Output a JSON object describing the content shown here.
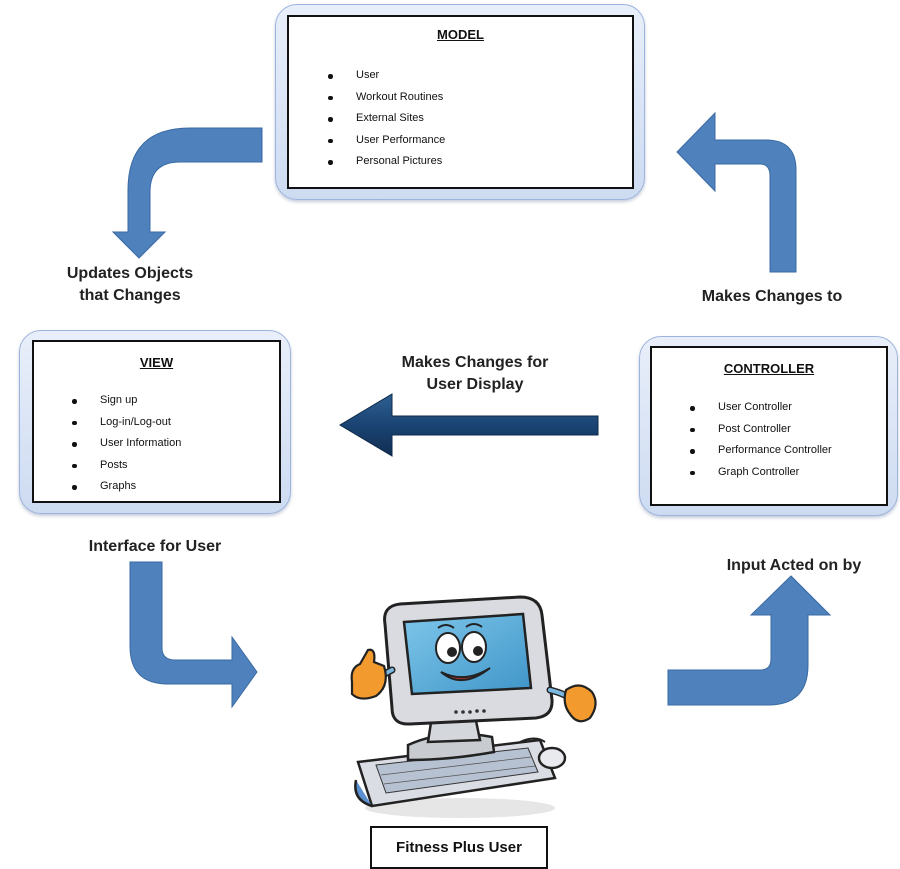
{
  "model": {
    "title": "MODEL",
    "items": [
      "User",
      "Workout Routines",
      "External Sites",
      "User Performance",
      "Personal Pictures"
    ]
  },
  "view": {
    "title": "VIEW",
    "items": [
      "Sign up",
      "Log-in/Log-out",
      "User Information",
      "Posts",
      "Graphs"
    ]
  },
  "controller": {
    "title": "CONTROLLER",
    "items": [
      "User Controller",
      "Post Controller",
      "Performance Controller",
      "Graph Controller"
    ]
  },
  "labels": {
    "updates_line1": "Updates Objects",
    "updates_line2": "that Changes",
    "makes_changes_to": "Makes Changes to",
    "user_display_line1": "Makes Changes for",
    "user_display_line2": "User Display",
    "interface_for_user": "Interface for User",
    "input_acted_on_by": "Input Acted on by",
    "fitness_plus_user": "Fitness Plus User"
  },
  "colors": {
    "curved_arrow": "#4f81bd",
    "straight_arrow": "#1f4e79",
    "panel_border": "#9db3dc"
  }
}
